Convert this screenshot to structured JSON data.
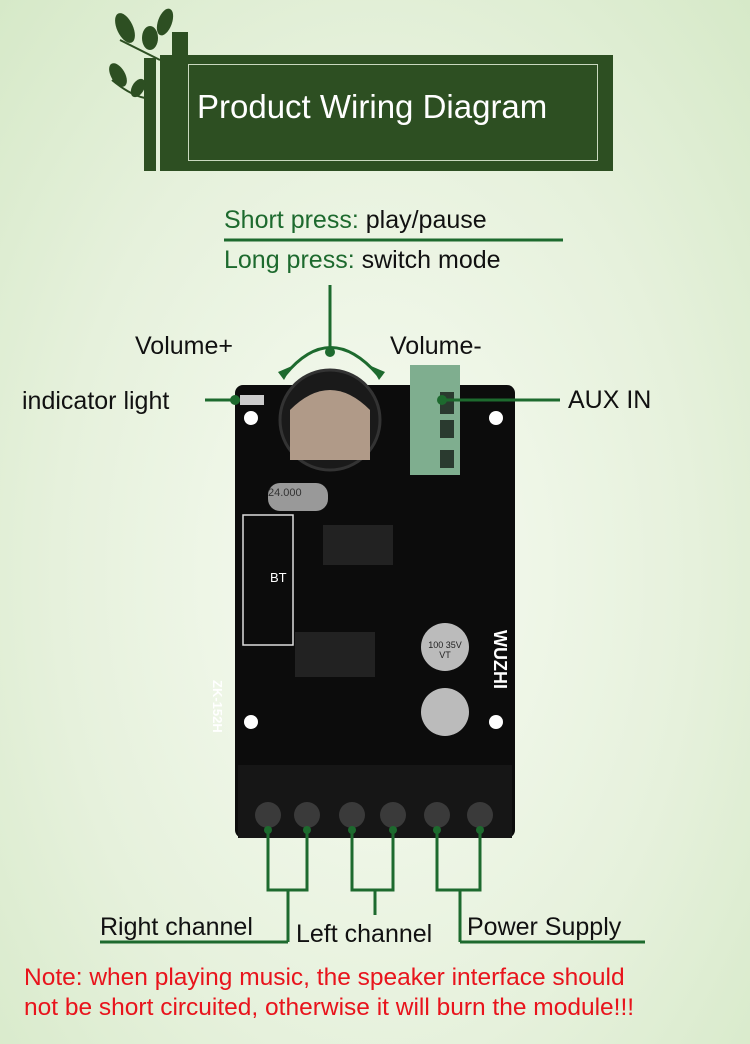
{
  "header": {
    "title": "Product Wiring Diagram"
  },
  "button_info": {
    "short_press_label": "Short press:",
    "short_press_action": "play/pause",
    "long_press_label": "Long press:",
    "long_press_action": "switch mode"
  },
  "labels": {
    "volume_up": "Volume+",
    "volume_down": "Volume-",
    "indicator_light": "indicator light",
    "aux_in": "AUX IN",
    "right_channel": "Right channel",
    "left_channel": "Left channel",
    "power_supply": "Power Supply"
  },
  "board": {
    "model": "ZK-152H",
    "brand": "WUZHI",
    "bt_label": "BT",
    "crystal": "24.000",
    "capacitor_text": "100 35V VT"
  },
  "note": {
    "line1": "Note: when playing music, the speaker interface should",
    "line2": "not be short circuited, otherwise it will burn the module!!!"
  },
  "colors": {
    "accent_green": "#1d6a2e",
    "title_bg": "#2d4f22",
    "warning_red": "#e8141c"
  }
}
